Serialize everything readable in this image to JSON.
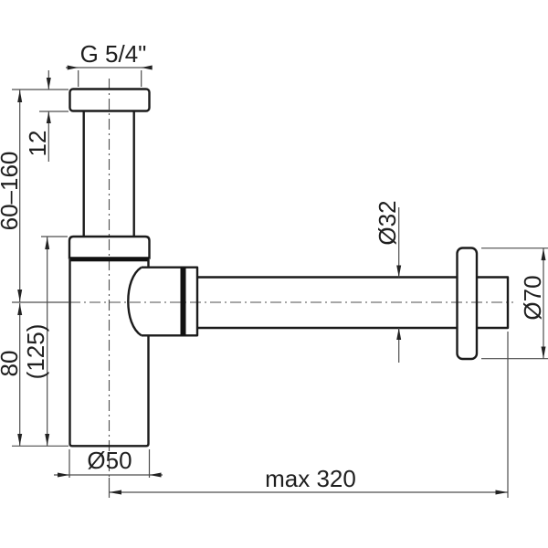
{
  "document": {
    "type": "technical dimensional drawing",
    "subject": "design bottle trap siphon with wall outlet",
    "background": "#ffffff"
  },
  "colors": {
    "outline": "#1b1b1b",
    "dimension_lines": "#4d4d4d",
    "label_text": "#1f1f1f"
  },
  "dims": {
    "thread": "G 5/4\"",
    "nut_height": "12",
    "inlet_tube_range": "60–160",
    "body_height": "80",
    "body_height_overall": "(125)",
    "outlet_pipe_diameter": "Ø32",
    "wall_rosette_diameter": "Ø70",
    "cup_diameter": "Ø50",
    "max_reach": "max 320"
  }
}
